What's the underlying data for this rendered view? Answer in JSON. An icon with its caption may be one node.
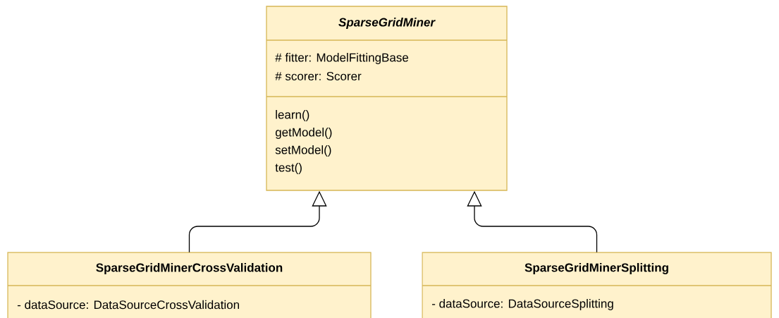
{
  "diagram": {
    "nodes": [
      {
        "text": [
          "SparseGridMiner",
          "# fitter: ModelFittingBase",
          "# scorer: Scorer",
          "learn()",
          "getModel()",
          "setModel()",
          "test()"
        ]
      },
      {
        "text": [
          "SparseGridMinerCrossValidation",
          "- dataSource: DataSourceCrossValidation"
        ]
      },
      {
        "text": [
          "SparseGridMinerSplitting",
          "- dataSource: DataSourceSplitting"
        ]
      }
    ],
    "edges": [
      {
        "from": 1,
        "to": 0,
        "arrow": "to"
      },
      {
        "from": 2,
        "to": 0,
        "arrow": "to"
      }
    ]
  }
}
